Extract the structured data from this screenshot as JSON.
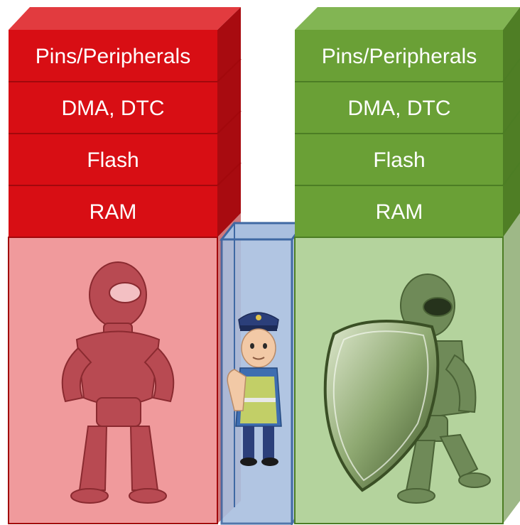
{
  "colors": {
    "red_front": "#d80e14",
    "red_top": "#e23b3f",
    "red_side": "#a80b10",
    "red_edge": "#a2080c",
    "red_body": "#f09a9c",
    "green_front": "#6aa036",
    "green_top": "#82b553",
    "green_side": "#4f7e25",
    "green_edge": "#4c7d24",
    "green_body": "#b4d39d",
    "blue_fill": "#a9bfdf",
    "blue_edge": "#3f68a3"
  },
  "left_stack": {
    "layers": [
      {
        "label": "Pins/Peripherals"
      },
      {
        "label": "DMA, DTC"
      },
      {
        "label": "Flash"
      },
      {
        "label": "RAM"
      }
    ]
  },
  "right_stack": {
    "layers": [
      {
        "label": "Pins/Peripherals"
      },
      {
        "label": "DMA, DTC"
      },
      {
        "label": "Flash"
      },
      {
        "label": "RAM"
      }
    ]
  },
  "figures": {
    "left": "robot-hands-on-hips",
    "middle": "police-officer-stop-gesture",
    "right": "robot-holding-shield"
  }
}
